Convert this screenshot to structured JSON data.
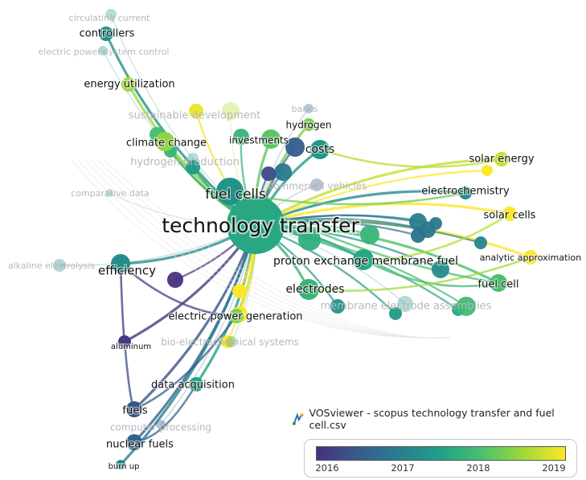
{
  "app": {
    "credit_text": "VOSviewer - scopus technology transfer and fuel cell.csv",
    "logo_icon": "vosviewer-logo-icon"
  },
  "legend": {
    "ticks": [
      "2016",
      "2017",
      "2018",
      "2019"
    ],
    "scale_colors": [
      "#46327e",
      "#365c8d",
      "#277f8e",
      "#1fa187",
      "#4ac16d",
      "#a0da39",
      "#fde725"
    ]
  },
  "network": {
    "nodes": [
      {
        "label": "technology transfer",
        "year": 2017.6,
        "prominence": "primary",
        "faded": false
      },
      {
        "label": "fuel cells",
        "year": 2017.3,
        "prominence": "major",
        "faded": false
      },
      {
        "label": "proton exchange membrane fuel",
        "year": 2017.6,
        "prominence": "major",
        "faded": false
      },
      {
        "label": "electrodes",
        "year": 2017.8,
        "prominence": "major",
        "faded": false
      },
      {
        "label": "efficiency",
        "year": 2017.2,
        "prominence": "major",
        "faded": false
      },
      {
        "label": "costs",
        "year": 2017.4,
        "prominence": "medium",
        "faded": false
      },
      {
        "label": "electric power generation",
        "year": 2018.3,
        "prominence": "medium",
        "faded": false
      },
      {
        "label": "data acquisition",
        "year": 2017.5,
        "prominence": "medium",
        "faded": false
      },
      {
        "label": "electrochemistry",
        "year": 2017.2,
        "prominence": "medium",
        "faded": false
      },
      {
        "label": "solar energy",
        "year": 2018.7,
        "prominence": "medium",
        "faded": false
      },
      {
        "label": "solar cells",
        "year": 2019.0,
        "prominence": "medium",
        "faded": false
      },
      {
        "label": "fuel cell",
        "year": 2018.0,
        "prominence": "medium",
        "faded": false
      },
      {
        "label": "climate change",
        "year": 2018.4,
        "prominence": "medium",
        "faded": false
      },
      {
        "label": "energy utilization",
        "year": 2018.5,
        "prominence": "medium",
        "faded": false
      },
      {
        "label": "controllers",
        "year": 2017.3,
        "prominence": "medium",
        "faded": false
      },
      {
        "label": "investments",
        "year": 2018.1,
        "prominence": "small",
        "faded": false
      },
      {
        "label": "hydrogen",
        "year": 2018.3,
        "prominence": "small",
        "faded": false
      },
      {
        "label": "fuels",
        "year": 2016.4,
        "prominence": "medium",
        "faded": false
      },
      {
        "label": "nuclear fuels",
        "year": 2016.6,
        "prominence": "medium",
        "faded": false
      },
      {
        "label": "aluminum",
        "year": 2016.1,
        "prominence": "small",
        "faded": false
      },
      {
        "label": "burn up",
        "year": 2017.0,
        "prominence": "small",
        "faded": false
      },
      {
        "label": "analytic approximation",
        "year": 2019.0,
        "prominence": "small",
        "faded": false
      },
      {
        "label": "sustainable development",
        "year": 2018.6,
        "prominence": "small",
        "faded": true
      },
      {
        "label": "hydrogen production",
        "year": 2017.5,
        "prominence": "small",
        "faded": true
      },
      {
        "label": "commercial vehicles",
        "year": 2016.4,
        "prominence": "small",
        "faded": true
      },
      {
        "label": "circulating current",
        "year": 2017.6,
        "prominence": "small",
        "faded": true
      },
      {
        "label": "electric power system control",
        "year": 2017.3,
        "prominence": "small",
        "faded": true
      },
      {
        "label": "comparative data",
        "year": 2017.9,
        "prominence": "small",
        "faded": true
      },
      {
        "label": "alkaline electrolysis",
        "year": 2017.0,
        "prominence": "small",
        "faded": true
      },
      {
        "label": "membrane electrode assemblies",
        "year": 2017.4,
        "prominence": "small",
        "faded": true
      },
      {
        "label": "bio-electrochemical systems",
        "year": 2017.6,
        "prominence": "small",
        "faded": true
      },
      {
        "label": "computer processing",
        "year": 2016.3,
        "prominence": "small",
        "faded": true
      },
      {
        "label": "banks",
        "year": 2016.6,
        "prominence": "small",
        "faded": true
      }
    ]
  }
}
